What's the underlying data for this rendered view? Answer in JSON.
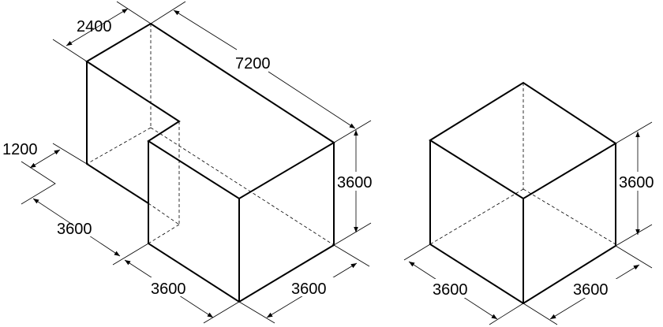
{
  "left_shape": {
    "dim_2400": "2400",
    "dim_7200": "7200",
    "dim_height": "3600",
    "dim_1200": "1200",
    "dim_left": "3600",
    "dim_bottom_left": "3600",
    "dim_bottom_right": "3600"
  },
  "right_cube": {
    "dim_height": "3600",
    "dim_bottom_left": "3600",
    "dim_bottom_right": "3600"
  }
}
